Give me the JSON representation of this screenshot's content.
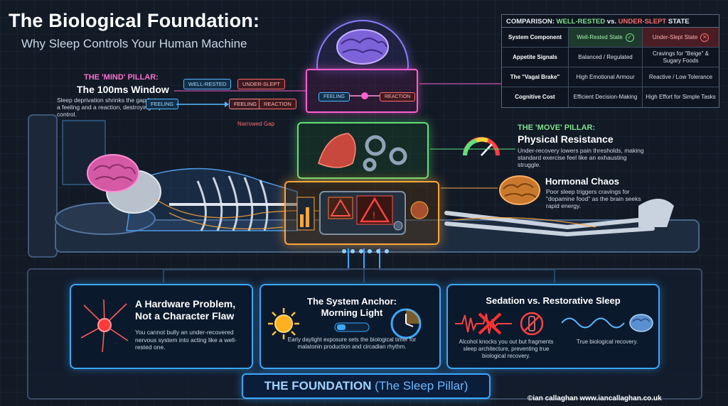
{
  "header": {
    "title": "The Biological Foundation:",
    "subtitle": "Why Sleep Controls Your Human Machine"
  },
  "comparison": {
    "title_prefix": "COMPARISON: ",
    "well_rested_label": "WELL-RESTED",
    "vs": " vs. ",
    "under_slept_label": "UNDER-SLEPT",
    "title_suffix": " STATE",
    "col_headers": [
      "System Component",
      "Well-Rested State",
      "Under-Slept State"
    ],
    "rows": [
      {
        "component": "Appetite Signals",
        "well": "Balanced / Regulated",
        "under": "Cravings for \"Beige\" & Sugary Foods"
      },
      {
        "component": "The \"Vagal Brake\"",
        "well": "High Emotional Armour",
        "under": "Reactive / Low Tolerance"
      },
      {
        "component": "Cognitive Cost",
        "well": "Efficient Decision-Making",
        "under": "High Effort for Simple Tasks"
      }
    ]
  },
  "mind": {
    "tag": "THE 'MIND' PILLAR:",
    "title": "The 100ms Window",
    "desc": "Sleep deprivation shrinks the gap between a feeling and a reaction, destroying impulse control.",
    "well_rested": "WELL-RESTED",
    "under_slept": "UNDER-SLEPT",
    "feeling": "FEELING",
    "reaction": "REACTION",
    "narrowed_gap": "Narrowed Gap"
  },
  "move": {
    "tag": "THE 'MOVE' PILLAR:",
    "title": "Physical Resistance",
    "desc": "Under-recovery lowers pain thresholds, making standard exercise feel like an exhausting struggle."
  },
  "hormonal": {
    "title": "Hormonal Chaos",
    "desc": "Poor sleep triggers cravings for \"dopamine food\" as the brain seeks rapid energy."
  },
  "panels": {
    "hardware": {
      "title": "A Hardware Problem, Not a Character Flaw",
      "desc": "You cannot bully an under-recovered nervous system into acting like a well-rested one."
    },
    "anchor": {
      "title": "The System Anchor: Morning Light",
      "desc": "Early daylight exposure sets the biological timer for malatonin production and circadian rhythm."
    },
    "sedation": {
      "title": "Sedation vs. Restorative Sleep",
      "desc_alcohol": "Alcohol knocks you out but fragments sleep architecture, preventing true biological recovery.",
      "desc_true": "True biological recovery."
    }
  },
  "foundation": {
    "main": "THE FOUNDATION",
    "sub": "(The Sleep Pillar)"
  },
  "credit": "©ian callaghan  www.iancallaghan.co.uk",
  "colors": {
    "background": "#121a26",
    "mind_accent": "#ff5fd1",
    "move_accent": "#5fe07a",
    "gut_accent": "#ffa53a",
    "panel_accent": "#3aa8ff",
    "well_rested": "#7fe08a",
    "under_slept": "#ff6a6a"
  },
  "icons": [
    "brain-icon",
    "muscle-icon",
    "gears-icon",
    "warning-icon",
    "gauge-icon",
    "neuron-icon",
    "sun-icon",
    "clock-icon",
    "heartbeat-icon",
    "no-alcohol-icon",
    "sleep-wave-icon"
  ]
}
